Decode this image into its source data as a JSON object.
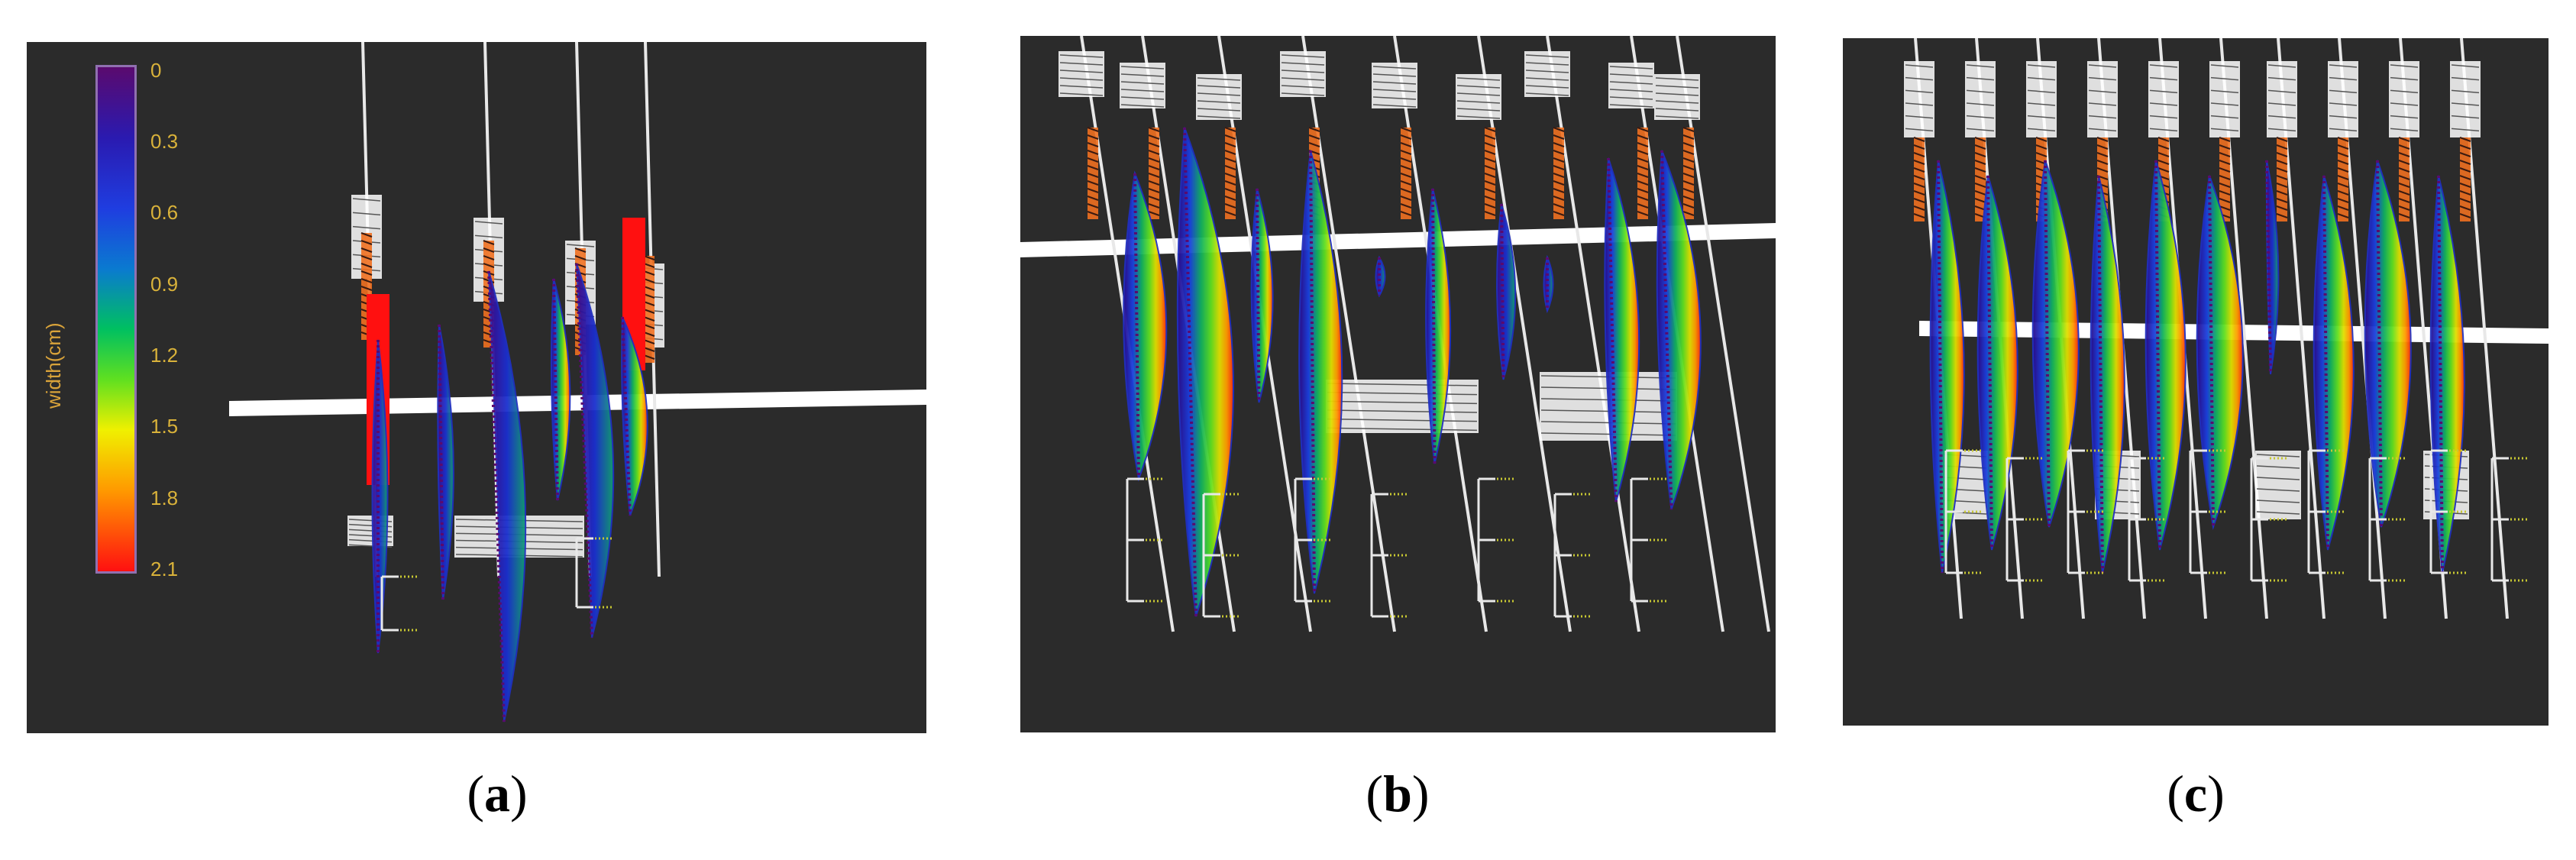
{
  "panels": [
    {
      "id": "a",
      "caption_letter": "a"
    },
    {
      "id": "b",
      "caption_letter": "b"
    },
    {
      "id": "c",
      "caption_letter": "c"
    }
  ],
  "colorbar": {
    "title": "width(cm)",
    "ticks": [
      "0",
      "0.3",
      "0.6",
      "0.9",
      "1.2",
      "1.5",
      "1.8",
      "2.1"
    ],
    "colors": [
      "#5a0a6e",
      "#2020c8",
      "#0a6ae0",
      "#00c060",
      "#22dd22",
      "#f0f000",
      "#ff8800",
      "#ff1010"
    ]
  },
  "colors": {
    "background": "#2b2b2b",
    "plane": "#ffffff",
    "stem": "#e8e8e8",
    "label": "#c8c832",
    "root": "#f07020"
  }
}
